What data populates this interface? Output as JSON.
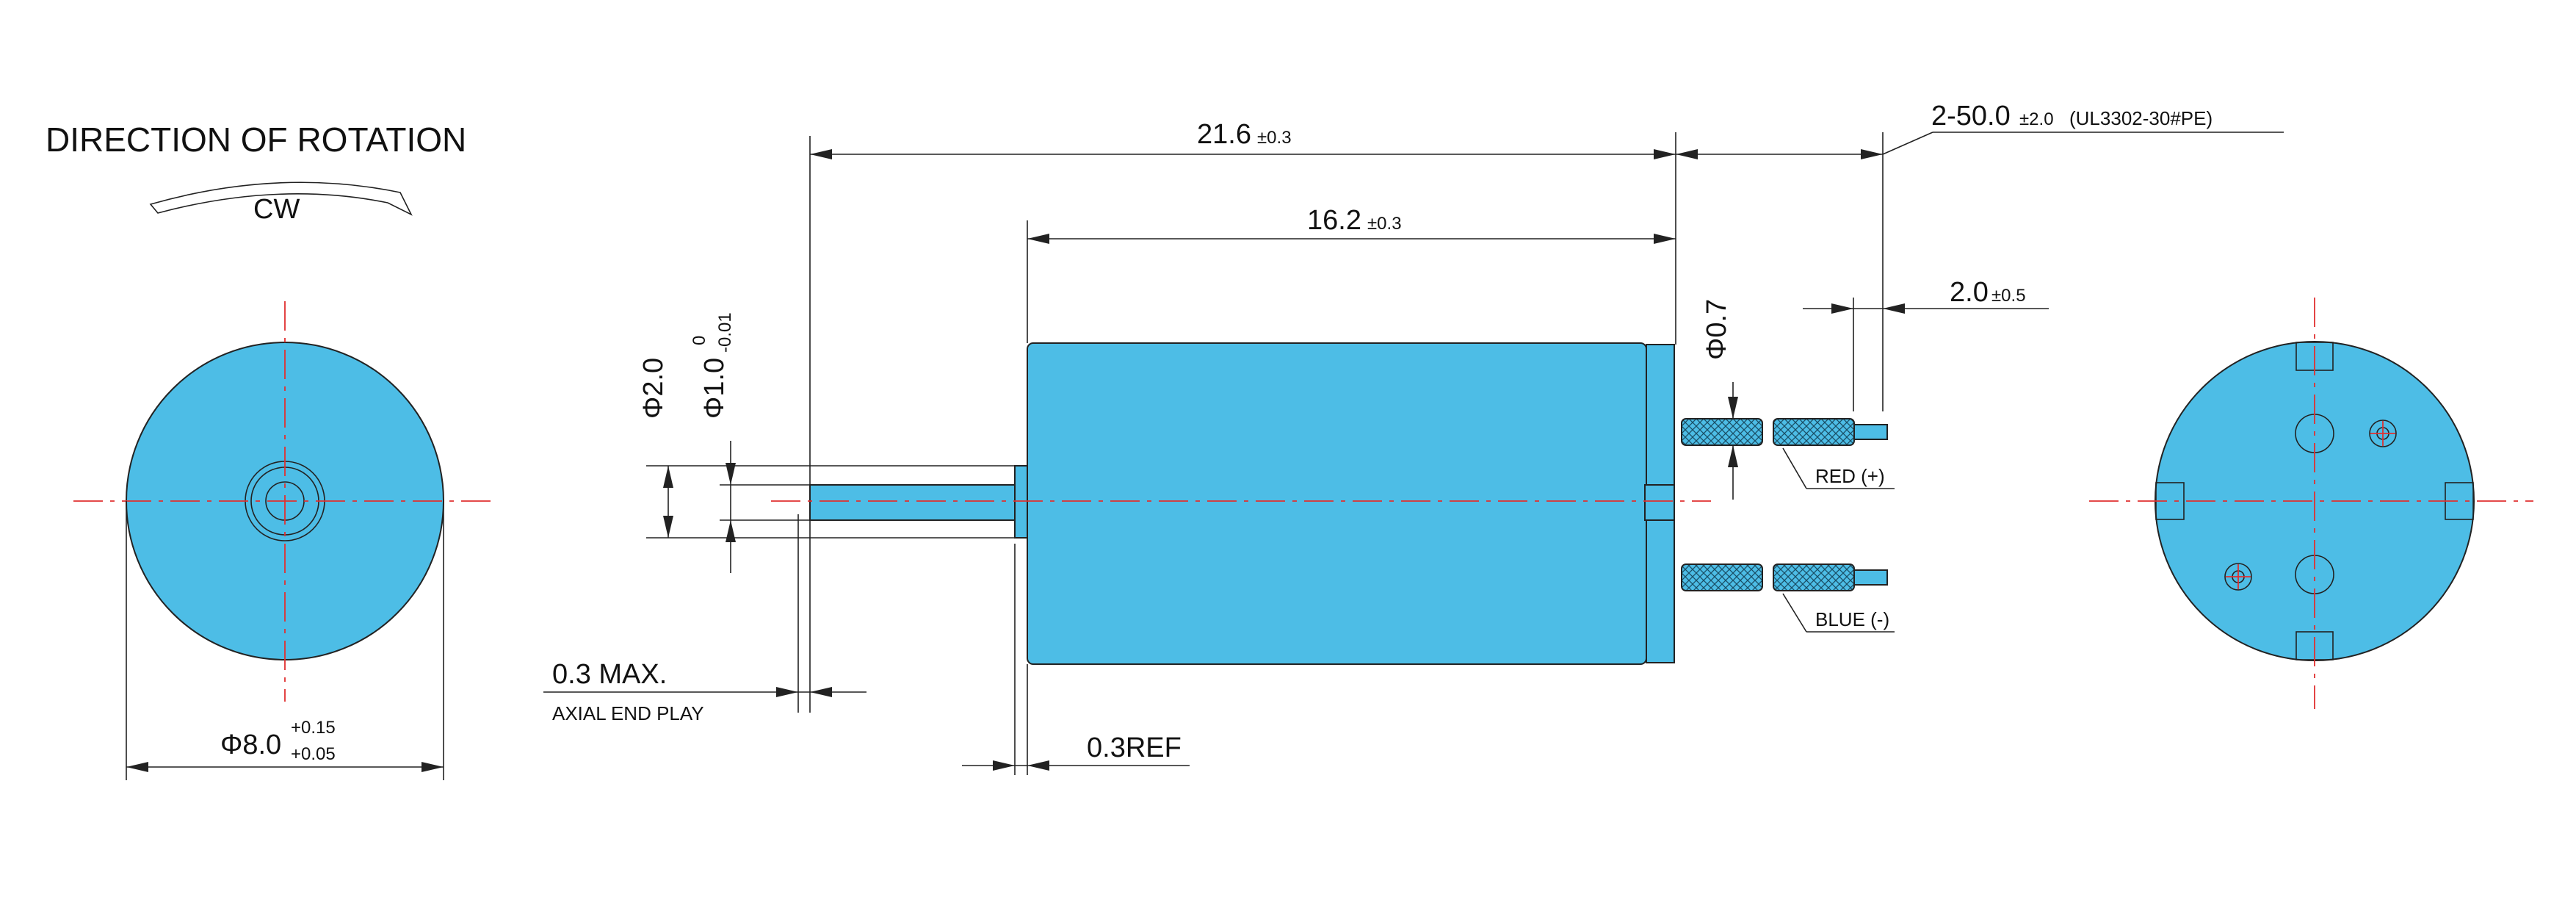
{
  "rotation": {
    "heading": "DIRECTION OF ROTATION",
    "direction": "CW"
  },
  "front_view": {
    "diameter_main": "Φ8.0",
    "diameter_tol_upper": "+0.15",
    "diameter_tol_lower": "+0.05"
  },
  "side_view": {
    "overall_length": "21.6",
    "overall_length_tol": "±0.3",
    "body_length": "16.2",
    "body_length_tol": "±0.3",
    "lead_spec": "2-50.0",
    "lead_spec_tol": "±2.0",
    "lead_spec_note": "(UL3302-30#PE)",
    "strip_length": "2.0",
    "strip_length_tol": "±0.5",
    "lead_diameter": "Φ0.7",
    "boss_diameter": "Φ2.0",
    "shaft_diameter_main": "Φ1.0",
    "shaft_diameter_tol_upper": "0",
    "shaft_diameter_tol_lower": "-0.01",
    "end_play_value": "0.3 MAX.",
    "end_play_label": "AXIAL END PLAY",
    "boss_length": "0.3REF",
    "red_lead": "RED (+)",
    "blue_lead": "BLUE (-)"
  },
  "colors": {
    "body": "#4dbde6",
    "centerline": "#e03030",
    "line": "#222222"
  }
}
